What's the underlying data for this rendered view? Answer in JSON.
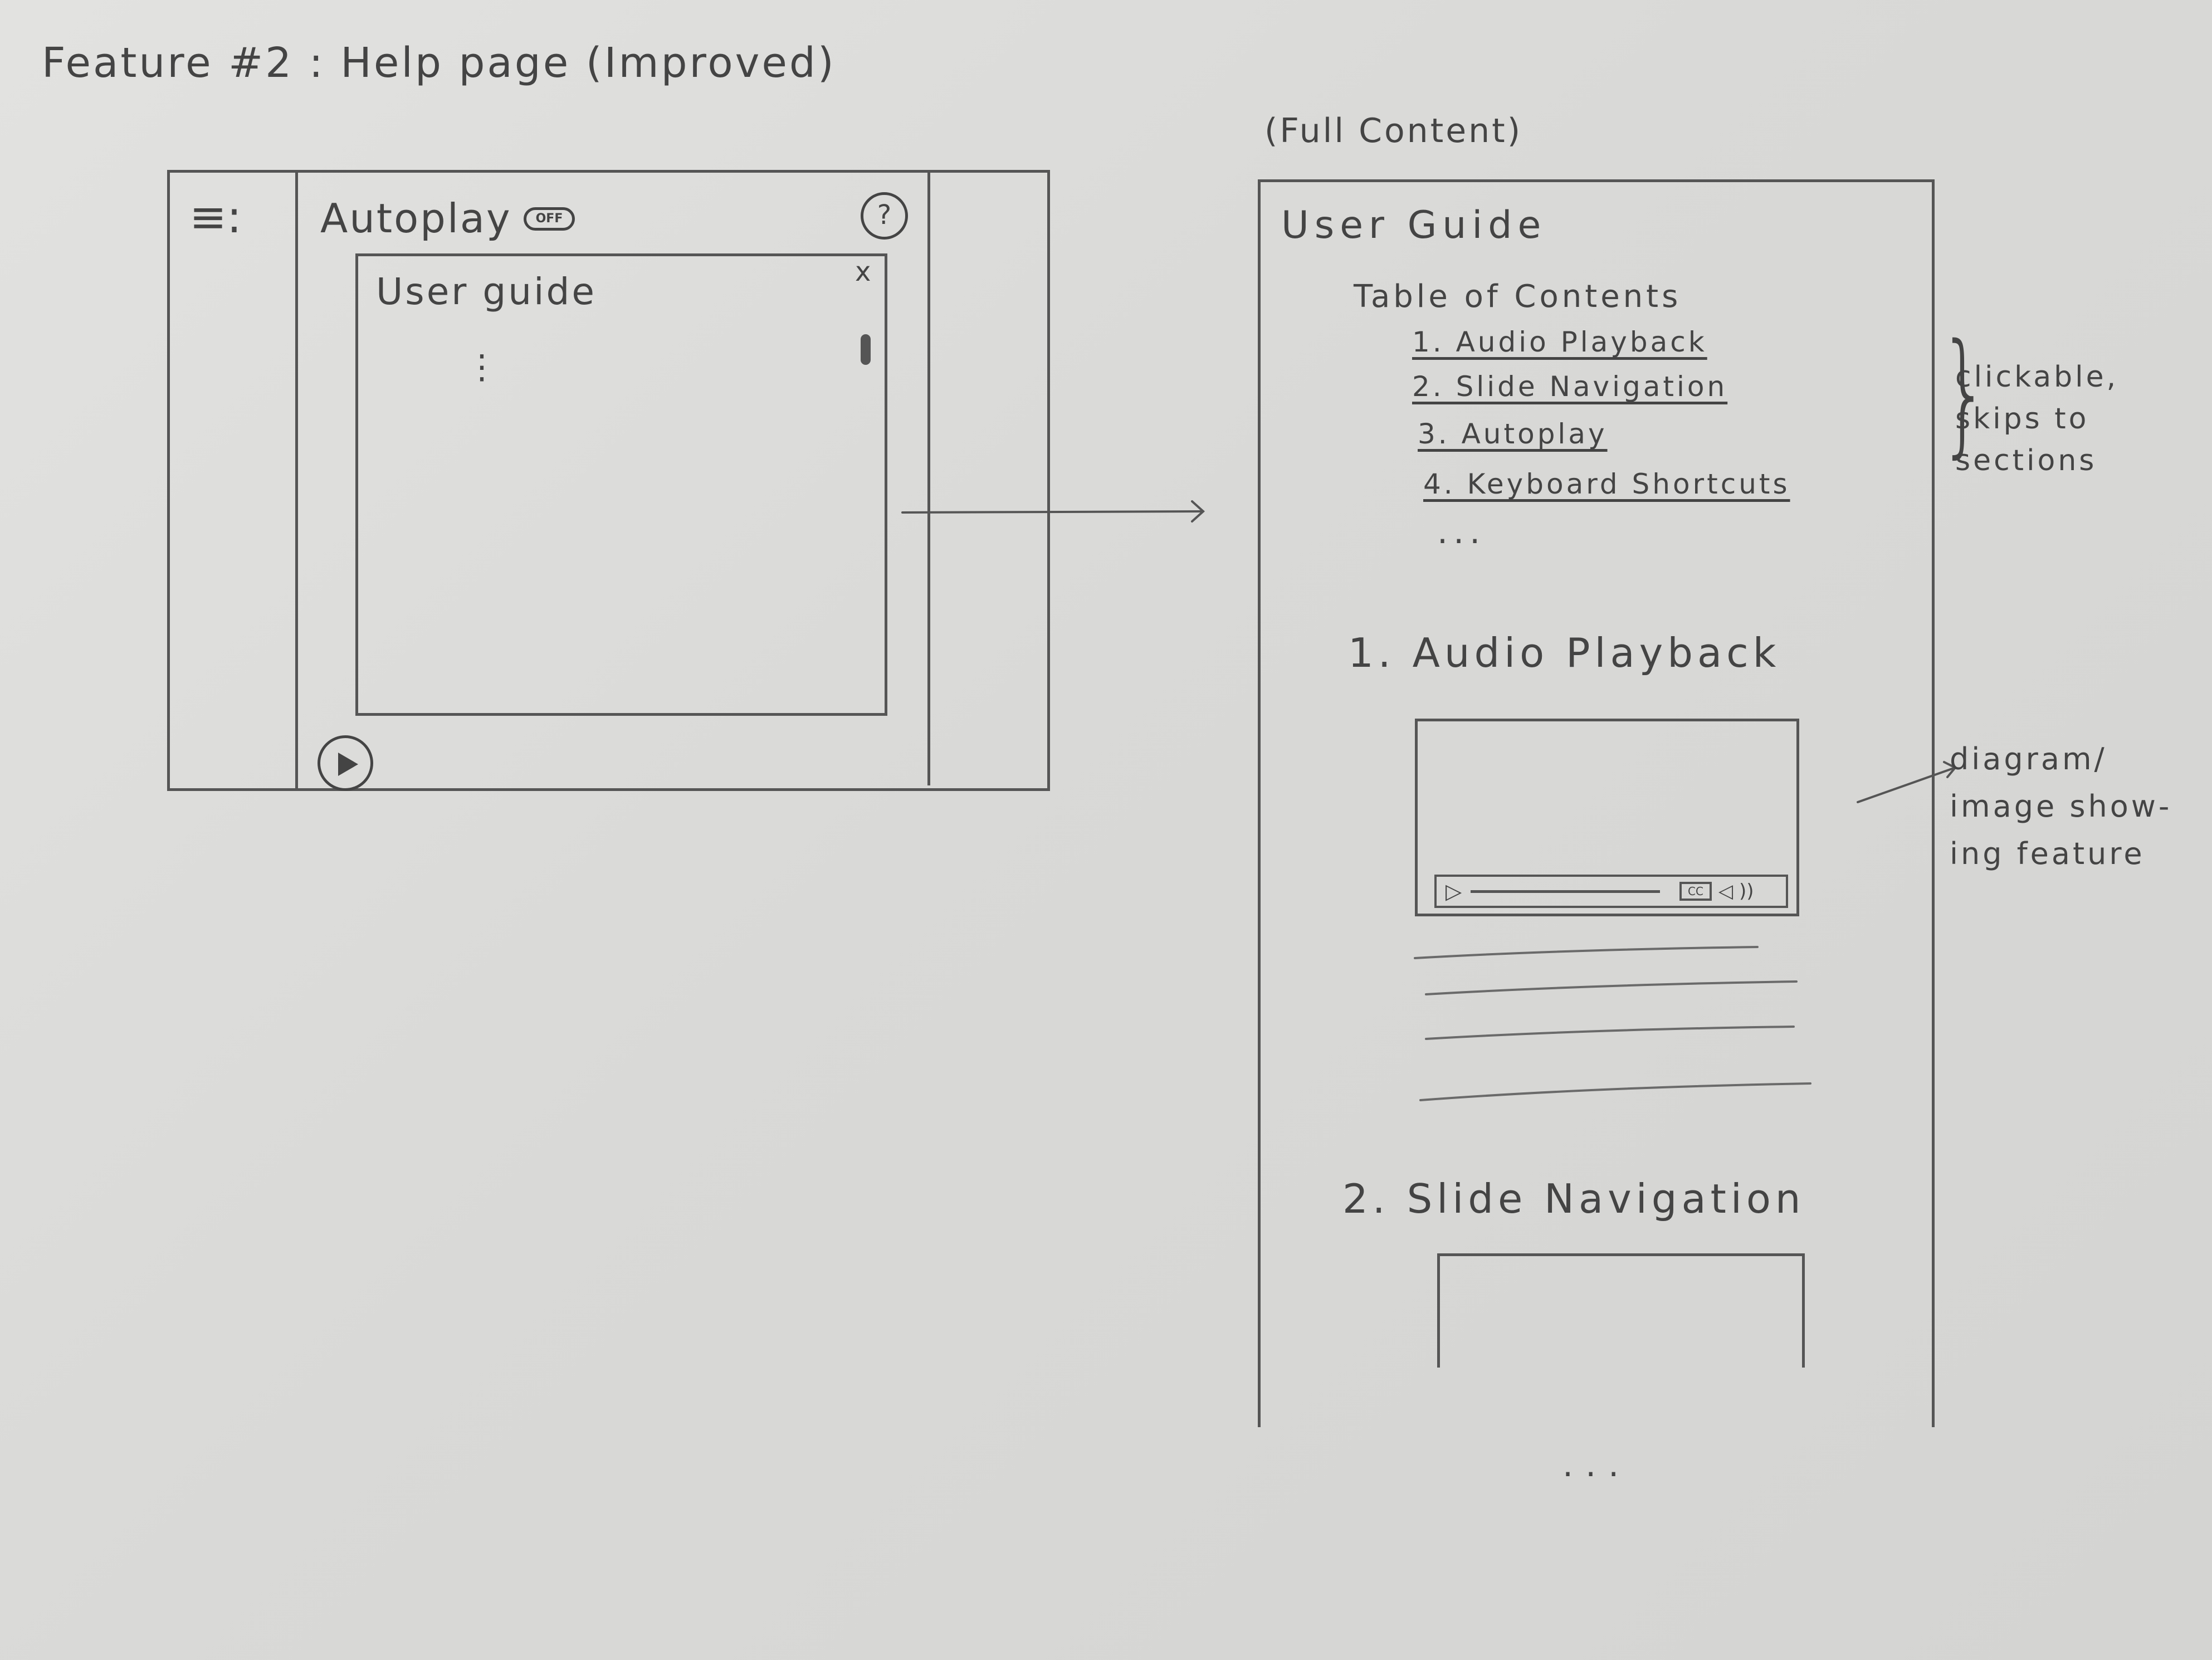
{
  "sketch_title": "Feature #2 : Help page (Improved)",
  "full_content_label": "(Full Content)",
  "mockup": {
    "menu_icon": "≡:",
    "autoplay_label": "Autoplay",
    "toggle_text": "OFF",
    "help_icon": "?",
    "modal_title": "User guide",
    "modal_close": "x",
    "modal_dots": "⋮",
    "play_icon": "play-icon"
  },
  "full_page": {
    "title": "User Guide",
    "toc_title": "Table of Contents",
    "toc_items": [
      "1. Audio Playback",
      "2. Slide Navigation",
      "3. Autoplay",
      "4. Keyboard Shortcuts"
    ],
    "toc_more": "...",
    "section1_title": "1. Audio Playback",
    "video_cc": "CC",
    "video_vol": "◁ ))",
    "section2_title": "2. Slide Navigation",
    "bottom_more": "..."
  },
  "annotations": {
    "clickable": "clickable,\nskips to\nsections",
    "diagram": "diagram/\nimage show-\ning feature"
  }
}
